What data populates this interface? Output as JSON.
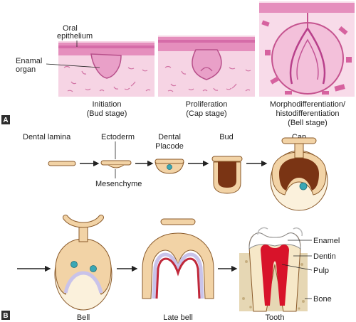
{
  "panel_a": {
    "tag": "A",
    "label_oral_1": "Oral",
    "label_oral_2": "epithelium",
    "label_enamal_1": "Enamal",
    "label_enamal_2": "organ",
    "stages": [
      {
        "line1": "Initiation",
        "line2": "(Bud stage)",
        "line3": ""
      },
      {
        "line1": "Proliferation",
        "line2": "(Cap stage)",
        "line3": ""
      },
      {
        "line1": "Morphodifferentiation/",
        "line2": "histodifferentiation",
        "line3": "(Bell stage)"
      }
    ]
  },
  "panel_b": {
    "tag": "B",
    "dental_lamina": "Dental lamina",
    "ectoderm": "Ectoderm",
    "mesenchyme": "Mesenchyme",
    "dental_placode_1": "Dental",
    "dental_placode_2": "Placode",
    "bud": "Bud",
    "cap": "Cap",
    "bell": "Bell",
    "late_bell": "Late bell",
    "tooth": "Tooth",
    "enamel": "Enamel",
    "dentin": "Dentin",
    "pulp": "Pulp",
    "bone": "Bone"
  },
  "colors": {
    "histology_pink": "#f3c6dc",
    "epithelium_magenta": "#d56aa6",
    "tissue_tan": "#f2d3a6",
    "tissue_outline": "#8a5a2a",
    "brown_core": "#7a3414",
    "cream": "#fbf1dc",
    "cyan_dot": "#3aa7b5",
    "lavender": "#c9c3ea",
    "enamel_white": "#ffffff",
    "dentin_cream": "#f6e8c8",
    "pulp_red": "#d8132a",
    "bone_tan": "#e6d7b4",
    "tag_bg": "#2d2d2d"
  }
}
